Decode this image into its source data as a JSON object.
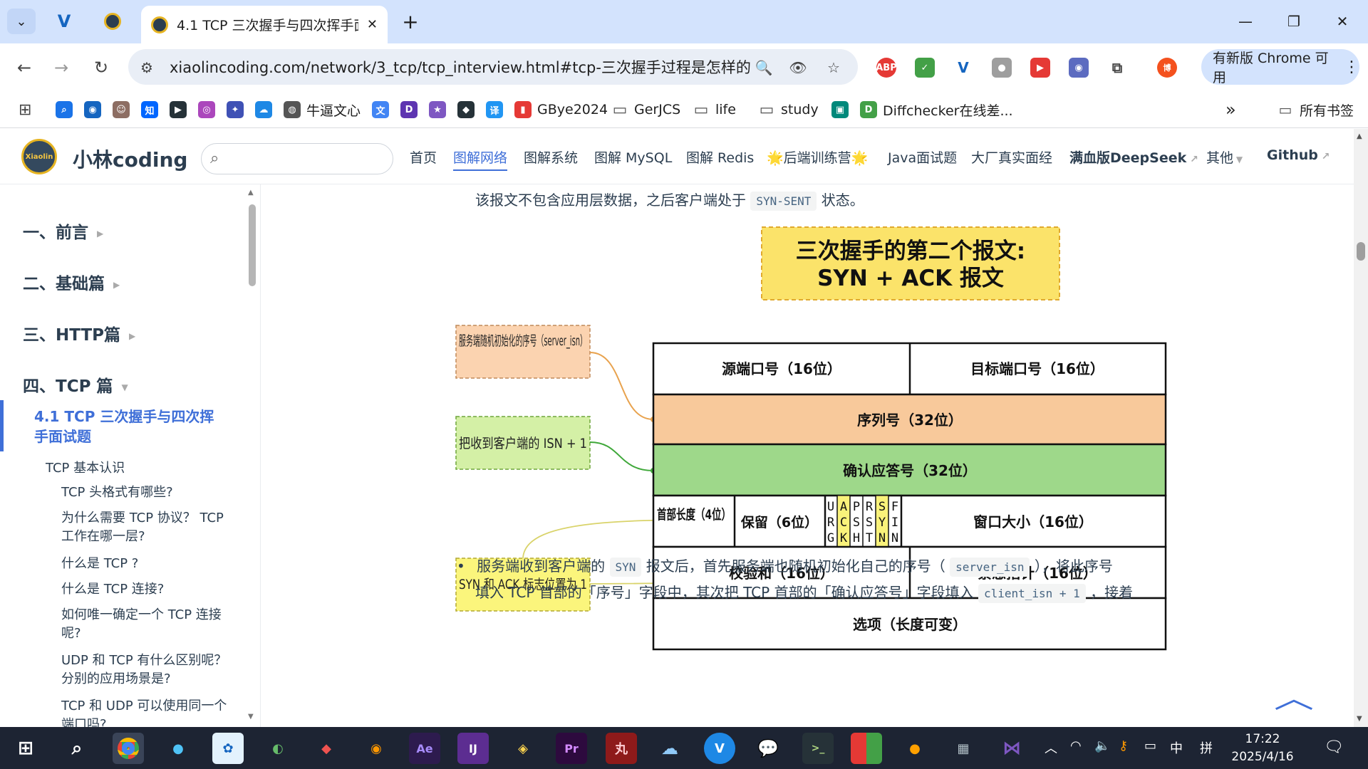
{
  "browser": {
    "tab_title": "4.1 TCP 三次握手与四次挥手面",
    "url": "xiaolincoding.com/network/3_tcp/tcp_interview.html#tcp-三次握手过程是怎样的",
    "update_label": "有新版 Chrome 可用",
    "new_tab": "+",
    "close": "✕"
  },
  "bookmarks": [
    {
      "label": "",
      "icon": "search-icon",
      "color": "#1a73e8"
    },
    {
      "label": "",
      "icon": "circle-icon",
      "color": "#1565c0"
    },
    {
      "label": "",
      "icon": "avatar-icon",
      "color": "#8d6e63"
    },
    {
      "label": "",
      "icon": "zhihu-icon",
      "color": "#0066ff"
    },
    {
      "label": "",
      "icon": "play-icon",
      "color": "#263238"
    },
    {
      "label": "",
      "icon": "swirl-icon",
      "color": "#ab47bc"
    },
    {
      "label": "",
      "icon": "bird-icon",
      "color": "#3f51b5"
    },
    {
      "label": "",
      "icon": "cloud-icon",
      "color": "#1e88e5"
    },
    {
      "label": "牛逼文心",
      "icon": "globe-icon",
      "color": "#555555"
    },
    {
      "label": "",
      "icon": "translate-icon",
      "color": "#4285f4"
    },
    {
      "label": "",
      "icon": "d-icon",
      "color": "#5e35b1"
    },
    {
      "label": "",
      "icon": "star-icon",
      "color": "#7e57c2"
    },
    {
      "label": "",
      "icon": "cube-icon",
      "color": "#263238"
    },
    {
      "label": "",
      "icon": "yi-icon",
      "color": "#2196f3"
    },
    {
      "label": "GBye2024",
      "icon": "bars-icon",
      "color": "#e53935"
    },
    {
      "label": "GerJCS",
      "icon": "folder-icon",
      "color": "#555555"
    },
    {
      "label": "life",
      "icon": "folder-icon",
      "color": "#555555"
    },
    {
      "label": "study",
      "icon": "folder-icon",
      "color": "#555555"
    },
    {
      "label": "",
      "icon": "app-icon",
      "color": "#00897b"
    },
    {
      "label": "Diffchecker在线差...",
      "icon": "diff-icon",
      "color": "#43a047"
    }
  ],
  "bookmarks_more": "»",
  "all_bookmarks": "所有书签",
  "site": {
    "title": "小林coding",
    "logo_text": "Xiaolin",
    "nav": [
      "首页",
      "图解网络",
      "图解系统",
      "图解 MySQL",
      "图解 Redis",
      "🌟后端训练营🌟",
      "Java面试题",
      "大厂真实面经",
      "满血版DeepSeek",
      "其他",
      "Github"
    ]
  },
  "sidebar": {
    "sections": [
      "一、前言",
      "二、基础篇",
      "三、HTTP篇",
      "四、TCP 篇"
    ],
    "active": "4.1 TCP 三次握手与四次挥手面试题",
    "sub": "TCP 基本认识",
    "items": [
      "TCP 头格式有哪些?",
      "为什么需要 TCP 协议？ TCP 工作在哪一层?",
      "什么是 TCP ?",
      "什么是 TCP 连接?",
      "如何唯一确定一个 TCP 连接呢?",
      "UDP 和 TCP 有什么区别呢？分别的应用场景是?",
      "TCP 和 UDP 可以使用同一个端口吗?"
    ]
  },
  "content": {
    "line_top_a": "该报文不包含应用层数据，之后客户端处于",
    "line_top_code": "SYN-SENT",
    "line_top_b": "状态。",
    "bullet_a": "服务端收到客户端的",
    "bullet_code1": "SYN",
    "bullet_b": "报文后，首先服务端也随机初始化自己的序号（",
    "bullet_code2": "server_isn",
    "bullet_c": "），将此序号",
    "line2_a": "填入 TCP 首部的「序号」字段中，其次把 TCP 首部的「确认应答号」字段填入",
    "line2_code": "client_isn + 1",
    "line2_b": "，接着"
  },
  "diagram": {
    "title_line1": "三次握手的第二个报文:",
    "title_line2": "SYN + ACK 报文",
    "note1": "服务端随机初始化的序号（server_isn）",
    "note2": "把收到客户端的 ISN + 1",
    "note3": "SYN 和 ACK 标志位置为 1",
    "src_port": "源端口号（16位）",
    "dst_port": "目标端口号（16位）",
    "seq": "序列号（32位）",
    "ack": "确认应答号（32位）",
    "hdr_len": "首部长度（4位）",
    "reserved": "保留（6位）",
    "flags": [
      [
        "U",
        "R",
        "G"
      ],
      [
        "A",
        "C",
        "K"
      ],
      [
        "P",
        "S",
        "H"
      ],
      [
        "R",
        "S",
        "T"
      ],
      [
        "S",
        "Y",
        "N"
      ],
      [
        "F",
        "I",
        "N"
      ]
    ],
    "window": "窗口大小（16位）",
    "checksum": "校验和（16位）",
    "urgent": "紧急指针（16位）",
    "options": "选项（长度可变）",
    "colors": {
      "seq": "#f8c99b",
      "ack": "#9ed88a",
      "note1": "#fbd3b0",
      "note2": "#d4f0a6",
      "note3": "#fbf57c",
      "flag_hi": "#f9f27a",
      "title": "#fbe36a"
    }
  },
  "taskbar": {
    "time": "17:22",
    "date": "2025/4/16",
    "ime": "中",
    "ime2": "拼"
  }
}
